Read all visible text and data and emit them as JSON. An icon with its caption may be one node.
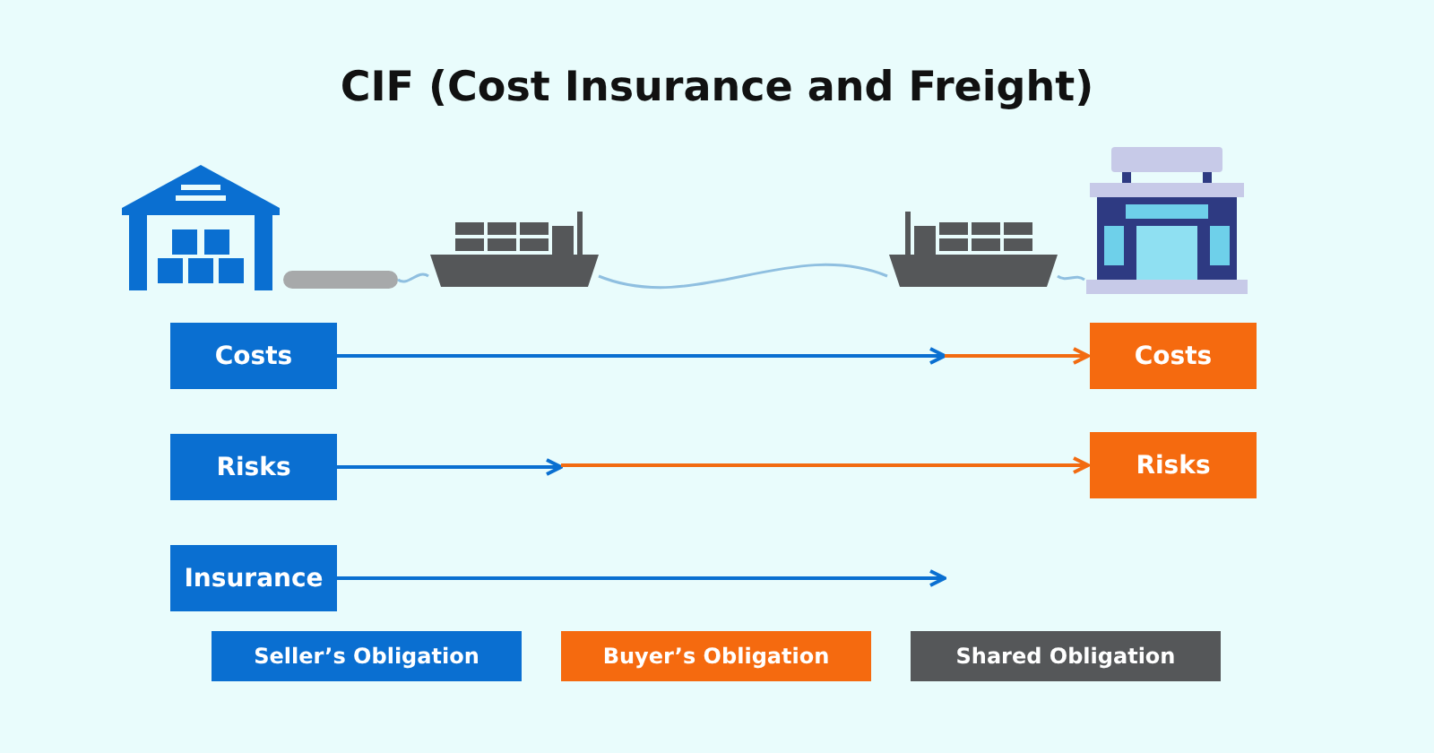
{
  "diagram": {
    "title": "CIF (Cost Insurance and Freight)",
    "nodes": [
      {
        "text": [],
        "shape": "picture"
      },
      {
        "text": [],
        "shape": "bar"
      },
      {
        "text": [],
        "shape": "picture"
      },
      {
        "text": [],
        "shape": "picture"
      },
      {
        "text": [],
        "shape": "picture"
      },
      {
        "text": [
          "Costs"
        ]
      },
      {
        "text": [
          "Risks"
        ]
      },
      {
        "text": [
          "Insurance"
        ]
      },
      {
        "text": [
          "Costs"
        ]
      },
      {
        "text": [
          "Risks"
        ]
      }
    ],
    "edges": [
      {
        "from": 1,
        "to": 2,
        "arrow": "none",
        "color": "#8fbfe0"
      },
      {
        "from": 2,
        "to": 3,
        "arrow": "none",
        "color": "#8fbfe0"
      },
      {
        "from": 3,
        "to": 4,
        "arrow": "none",
        "color": "#8fbfe0"
      },
      {
        "from": 5,
        "to": null,
        "arrow": "to",
        "color": "#0a6fd1"
      },
      {
        "from": null,
        "to": 8,
        "arrow": "to",
        "color": "#f26b11"
      },
      {
        "from": 6,
        "to": null,
        "arrow": "to",
        "color": "#0a6fd1"
      },
      {
        "from": null,
        "to": 9,
        "arrow": "to",
        "color": "#f26b11"
      },
      {
        "from": 7,
        "to": null,
        "arrow": "to",
        "color": "#0a6fd1"
      }
    ],
    "legend": [
      {
        "text": "Seller’s Obligation",
        "color": "#0a6fd1"
      },
      {
        "text": "Buyer’s Obligation",
        "color": "#f56a0f"
      },
      {
        "text": "Shared Obligation",
        "color": "#555759"
      }
    ]
  }
}
